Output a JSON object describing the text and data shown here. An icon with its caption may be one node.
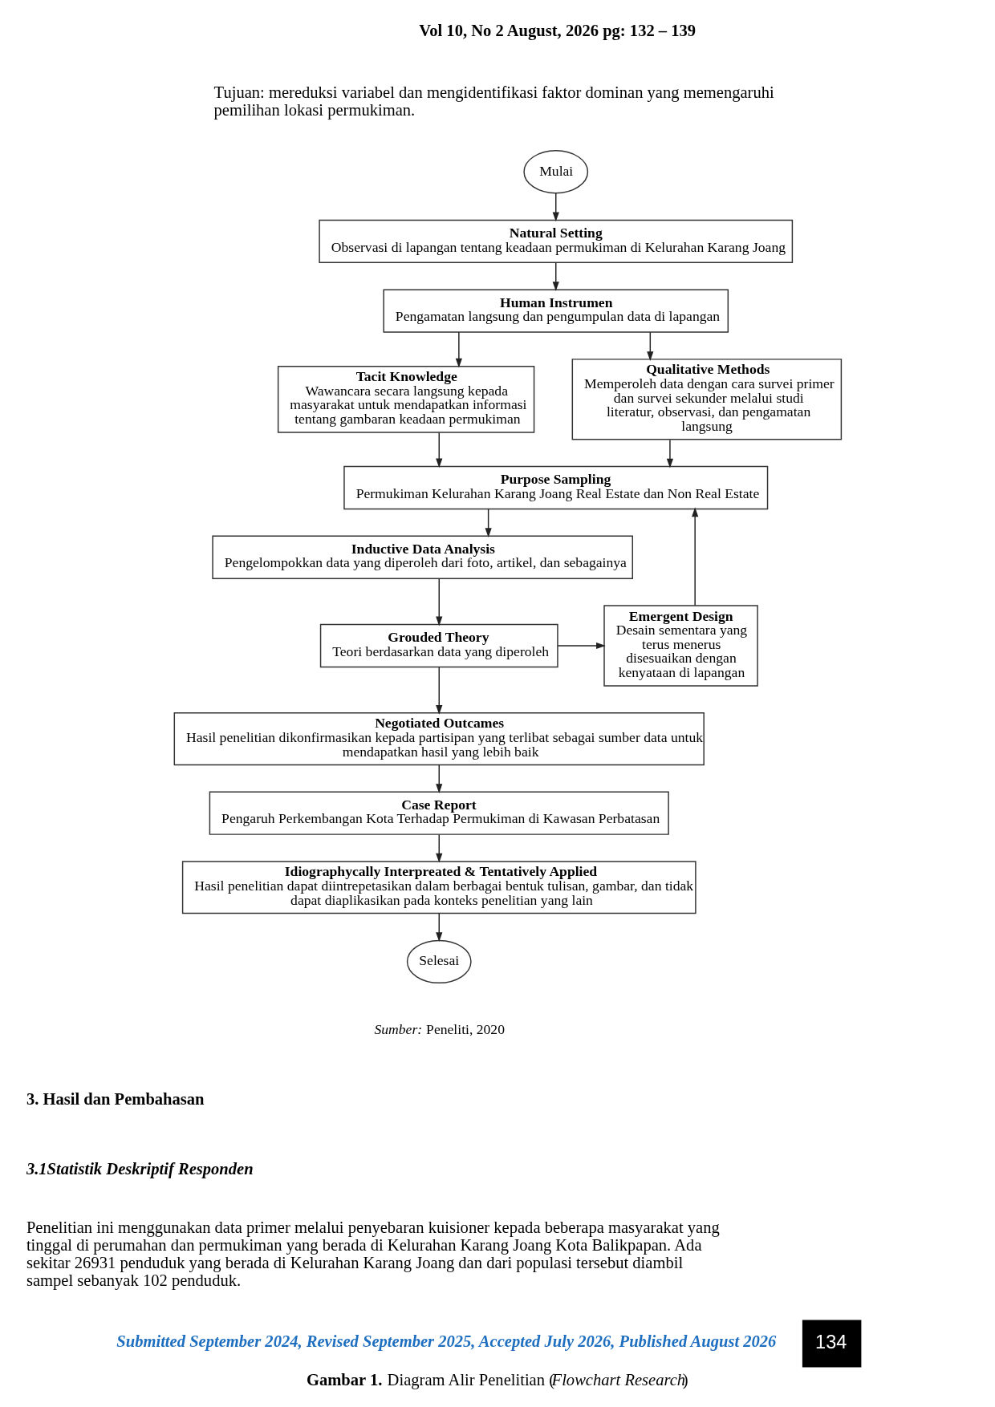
{
  "diagram": {
    "caption": "**Gambar 1.** Diagram Alir Penelitian (*Flowchart Research*)",
    "nodes": [
      {
        "text": [
          "Mulai"
        ]
      },
      {
        "text": [
          "Natural Setting",
          "Observasi di lapangan tentang keadaan permukiman di Kelurahan Karang Joang"
        ]
      },
      {
        "text": [
          "Human Instrumen",
          "Pengamatan langsung dan pengumpulan data di lapangan"
        ]
      },
      {
        "text": [
          "Tacit Knowledge",
          "Wawancara secara langsung kepada masyarakat untuk mendapatkan informasi tentang gambaran keadaan permukiman"
        ]
      },
      {
        "text": [
          "Qualitative Methods",
          "Memperoleh data dengan cara survei primer dan survei sekunder melalui studi literatur, observasi, dan pengamatan langsung"
        ]
      },
      {
        "text": [
          "Purpose Sampling",
          "Permukiman Kelurahan Karang Joang Real Estate dan Non Real Estate"
        ]
      },
      {
        "text": [
          "Inductive Data Analysis",
          "Pengelompokkan data yang diperoleh dari foto, artikel, dan sebagainya"
        ]
      },
      {
        "text": [
          "Emergent Design",
          "Desain sementara yang terus menerus disesuaikan dengan kenyataan di lapangan"
        ]
      },
      {
        "text": [
          "Grouded Theory",
          "Teori berdasarkan data yang diperoleh"
        ]
      },
      {
        "text": [
          "Negotiated Outcames",
          "Hasil penelitian dikonfirmasikan kepada partisipan yang terlibat sebagai sumber data untuk mendapatkan hasil yang lebih baik"
        ]
      },
      {
        "text": [
          "Case Report",
          "Pengaruh Perkembangan Kota Terhadap Permukiman di Kawasan Perbatasan"
        ]
      },
      {
        "text": [
          "Idiographycally Interpreated & Tentatively Applied",
          "Hasil penelitian dapat diintrepetasikan dalam berbagai bentuk tulisan, gambar, dan tidak dapat diaplikasikan pada konteks penelitian yang lain"
        ]
      },
      {
        "text": [
          "Selesai"
        ]
      }
    ],
    "edges": [
      {
        "from": 0,
        "to": 1,
        "arrow": "to"
      },
      {
        "from": 1,
        "to": 2,
        "arrow": "to"
      },
      {
        "from": 2,
        "to": 3,
        "arrow": "to"
      },
      {
        "from": 2,
        "to": 4,
        "arrow": "to"
      },
      {
        "from": 3,
        "to": 5,
        "arrow": "to"
      },
      {
        "from": 4,
        "to": 5,
        "arrow": "to"
      },
      {
        "from": 5,
        "to": 6,
        "arrow": "to"
      },
      {
        "from": 6,
        "to": 8,
        "arrow": "to"
      },
      {
        "from": 8,
        "to": 7,
        "arrow": "to"
      },
      {
        "from": 7,
        "to": 5,
        "arrow": "to"
      },
      {
        "from": 8,
        "to": 9,
        "arrow": "to"
      },
      {
        "from": 9,
        "to": 10,
        "arrow": "to"
      },
      {
        "from": 10,
        "to": 11,
        "arrow": "to"
      },
      {
        "from": 11,
        "to": 12,
        "arrow": "to"
      }
    ],
    "labels": [
      "Vol 10, No 2 August, 2026 pg: 132 – 139",
      "Tujuan: mereduksi variabel dan mengidentifikasi faktor dominan yang memengaruhi pemilihan lokasi permukiman.",
      "*Sumber:* Peneliti, 2020",
      "3. Hasil dan Pembahasan",
      "3.1Statistik Deskriptif Responden",
      "Penelitian ini menggunakan data primer melalui penyebaran kuisioner kepada beberapa masyarakat yang tinggal di perumahan dan permukiman yang berada di Kelurahan Karang Joang Kota Balikpapan. Ada sekitar 26931 penduduk yang berada di Kelurahan Karang Joang dan dari populasi tersebut diambil sampel sebanyak 102 penduduk.",
      "Submitted September 2024, Revised September 2025, Accepted July 2026, Published August 2026",
      "134"
    ]
  }
}
